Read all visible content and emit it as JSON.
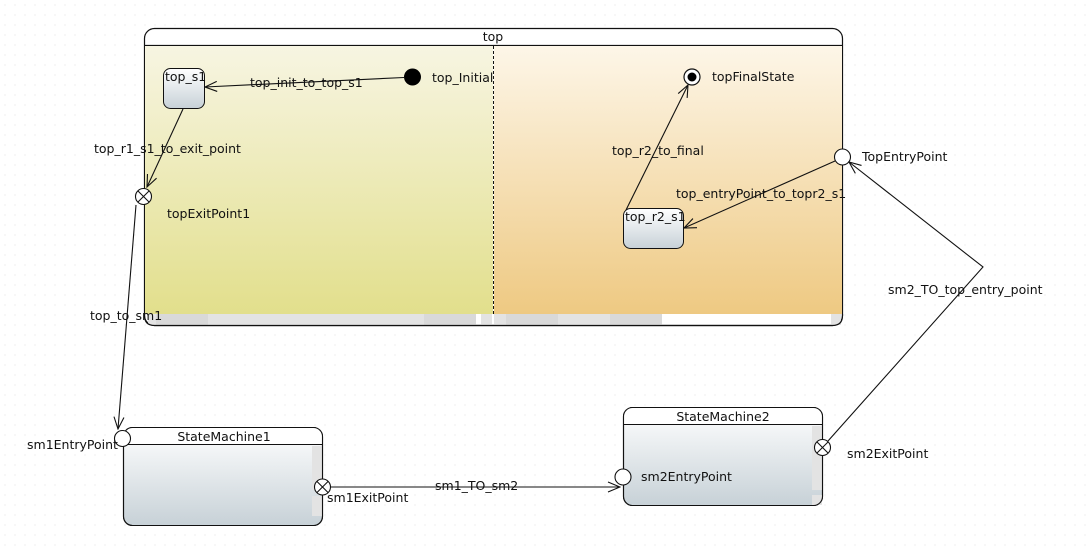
{
  "diagram": {
    "type": "UML state machine diagram",
    "composite_state": {
      "name": "top",
      "regions": [
        {
          "id": "region1",
          "color_top": "#f5f3dc",
          "color_bottom": "#e3e08e",
          "elements": {
            "initial": "top_Initial",
            "state": "top_s1",
            "exit_point": "topExitPoint1"
          }
        },
        {
          "id": "region2",
          "color_top": "#fdf5e6",
          "color_bottom": "#efcb85",
          "elements": {
            "final": "topFinalState",
            "state": "top_r2_s1"
          }
        }
      ],
      "entry_point": "TopEntryPoint"
    },
    "submachines": [
      {
        "name": "StateMachine1",
        "entry_point": "sm1EntryPoint",
        "exit_point": "sm1ExitPoint"
      },
      {
        "name": "StateMachine2",
        "entry_point": "sm2EntryPoint",
        "exit_point": "sm2ExitPoint"
      }
    ],
    "transitions": {
      "init_to_s1": "top_init_to_top_s1",
      "s1_to_exit": "top_r1_s1_to_exit_point",
      "top_to_sm1": "top_to_sm1",
      "sm1_to_sm2": "sm1_TO_sm2",
      "sm2_to_top_entry": "sm2_TO_top_entry_point",
      "entry_to_r2s1": "top_entryPoint_to_topr2_s1",
      "r2_to_final": "top_r2_to_final"
    },
    "colors": {
      "state_fill_top": "#ffffff",
      "state_fill_bottom": "#c8d2d8",
      "stroke": "#111111",
      "scrollbar": "#dddddd"
    }
  }
}
